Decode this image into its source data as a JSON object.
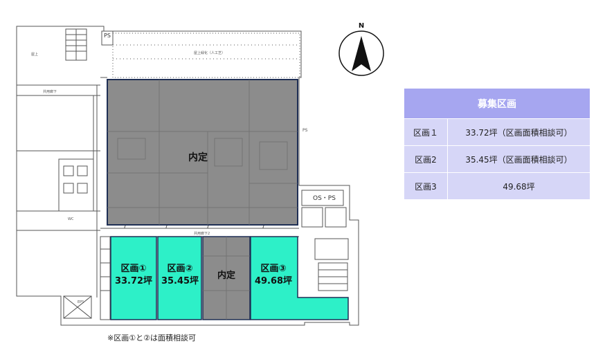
{
  "compass": {
    "north_label": "N"
  },
  "plan_labels": {
    "reserved_main": "内定",
    "reserved_small": "内定",
    "ps_top": "PS",
    "ps_right": "PS",
    "ps_os": "OS・PS",
    "corridor_top": "共用廊下",
    "corridor_mid": "共用廊下2",
    "wc": "WC",
    "roof": "屋上",
    "roof_garden": "屋上緑化（人工芝）",
    "elec": "EPS"
  },
  "sections": [
    {
      "id": "1",
      "name": "区画①",
      "area": "33.72坪",
      "color": "#2df0c8"
    },
    {
      "id": "2",
      "name": "区画②",
      "area": "35.45坪",
      "color": "#2df0c8"
    },
    {
      "id": "3",
      "name": "区画③",
      "area": "49.68坪",
      "color": "#2df0c8"
    }
  ],
  "reserved_color": "#8c8c8c",
  "table": {
    "header": "募集区画",
    "rows": [
      {
        "name": "区画１",
        "value": "33.72坪（区画面積相談可）"
      },
      {
        "name": "区画2",
        "value": "35.45坪（区画面積相談可）"
      },
      {
        "name": "区画3",
        "value": "49.68坪"
      }
    ]
  },
  "footnote": "※区画①と②は面積相談可"
}
